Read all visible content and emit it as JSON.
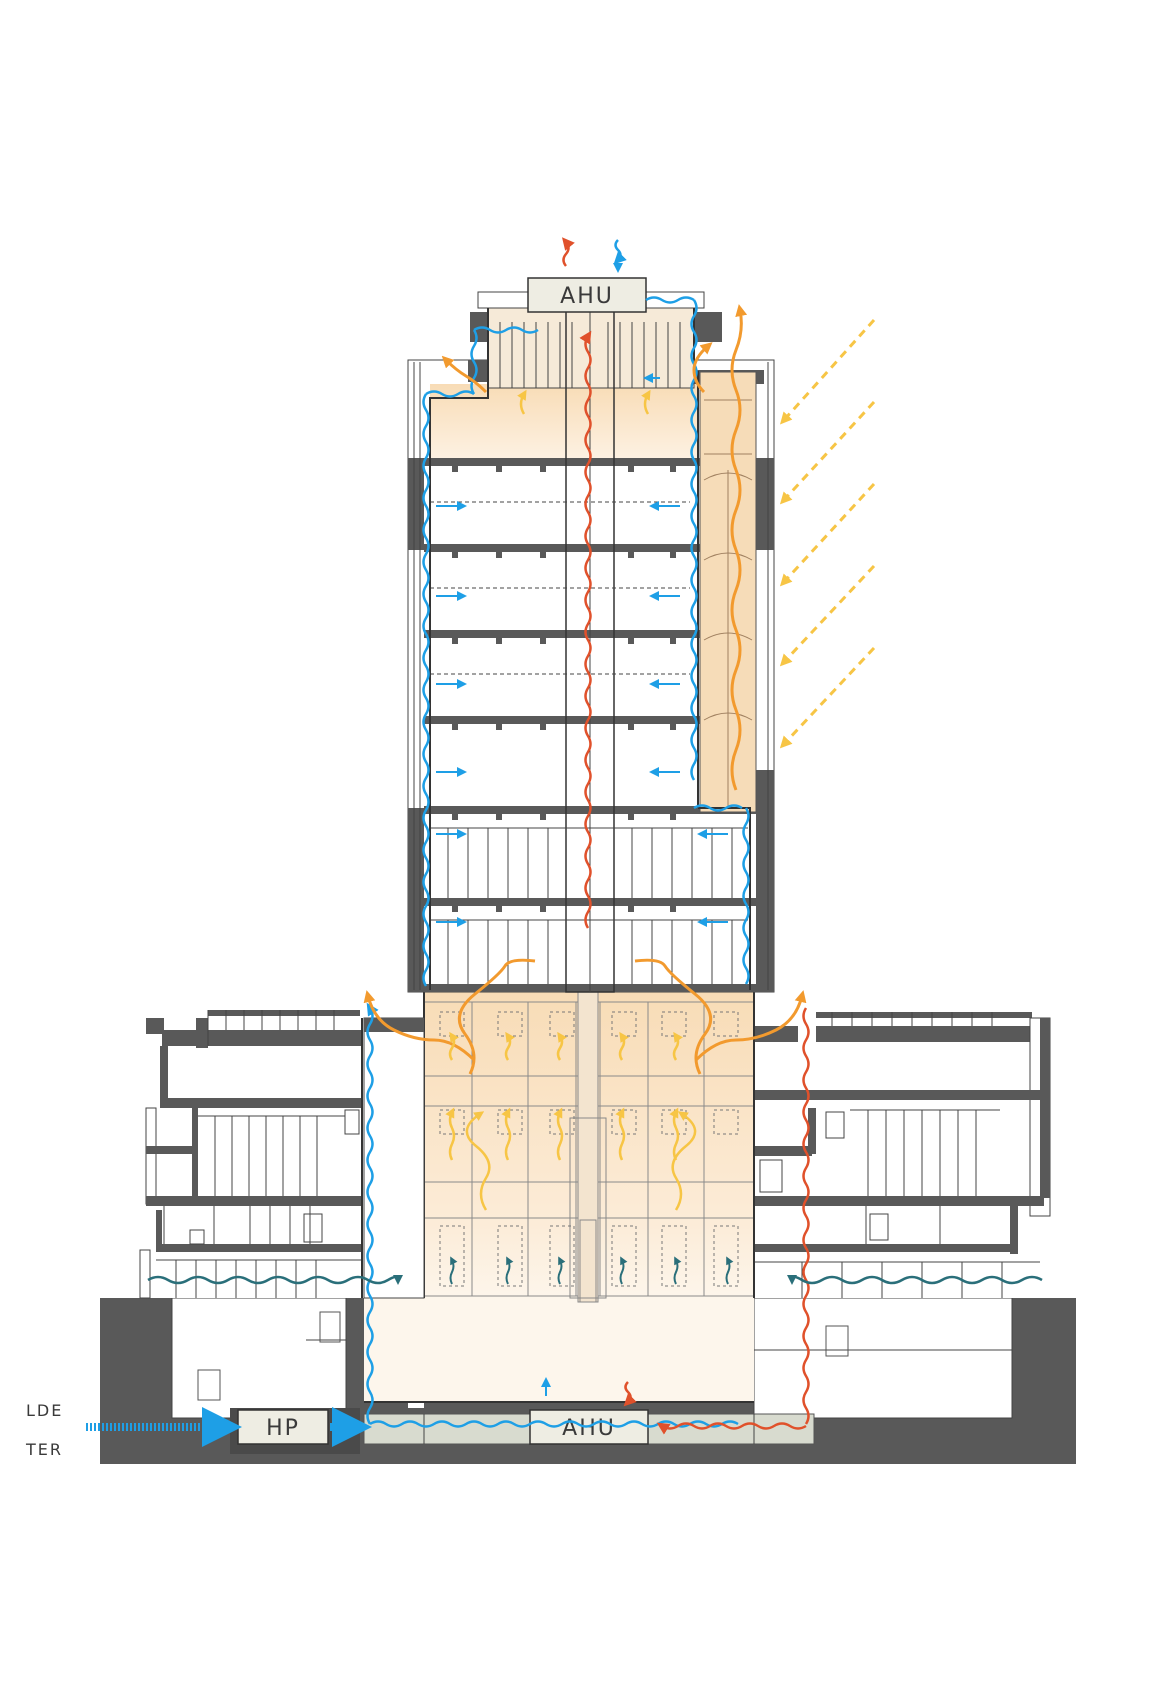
{
  "labels": {
    "ahu_top": "AHU",
    "ahu_bottom": "AHU",
    "hp": "HP",
    "side_1": "LDE",
    "side_2": "TER"
  },
  "colors": {
    "fresh_air": "#1e9fe6",
    "exhaust_air": "#e0512b",
    "warm_air": "#f29a2e",
    "solar": "#f7c545",
    "cross_ventilation": "#2a6f7a",
    "structure": "#595959",
    "atrium_fill": "#fbe6c9",
    "unit_fill": "#eeede3"
  },
  "icons": {
    "solar": "dashed-arrow-icon",
    "fresh_air": "wavy-arrow-icon"
  }
}
